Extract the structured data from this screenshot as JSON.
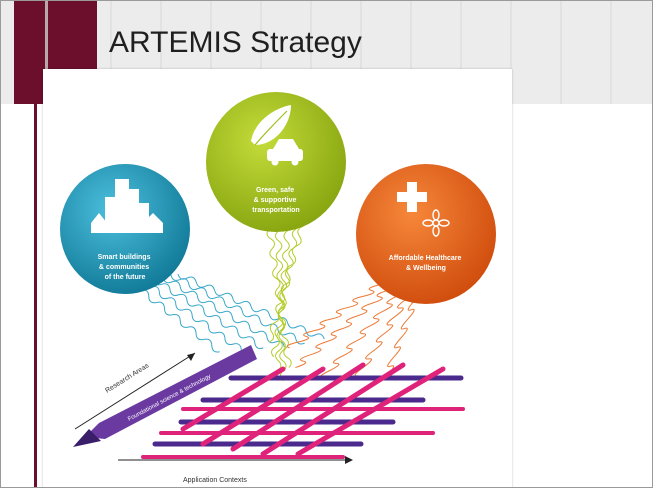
{
  "slide": {
    "title": "ARTEMIS Strategy"
  },
  "figure": {
    "circles": [
      {
        "id": "smart-buildings",
        "lines": [
          "Smart buildings",
          "& communities",
          "of the future"
        ],
        "color": "#1c97b8"
      },
      {
        "id": "green-transport",
        "lines": [
          "Green, safe",
          "& supportive",
          "transportation"
        ],
        "color": "#9fbf1a"
      },
      {
        "id": "healthcare",
        "lines": [
          "Affordable Healthcare",
          "& Wellbeing"
        ],
        "color": "#e8611a"
      }
    ],
    "arrows": {
      "research_areas": "Research Areas",
      "foundational": "Foundational science & technology",
      "application_contexts": "Application Contexts"
    }
  }
}
